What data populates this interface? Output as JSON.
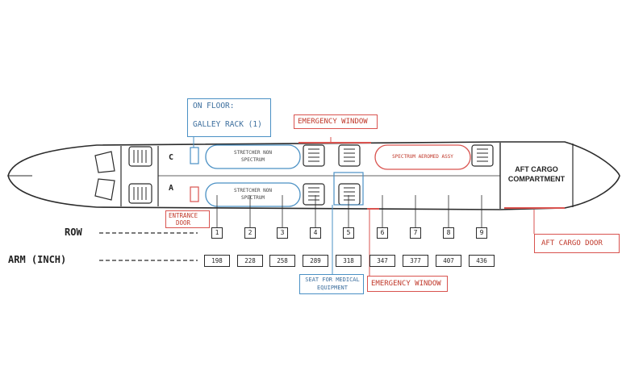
{
  "labels": {
    "on_floor": "ON FLOOR:",
    "galley_rack": "GALLEY RACK (1)",
    "emergency_window_top": "EMERGENCY WINDOW",
    "emergency_window_bottom": "EMERGENCY WINDOW",
    "entrance_door_1": "ENTRANCE",
    "entrance_door_2": "DOOR",
    "aft_cargo_1": "AFT CARGO",
    "aft_cargo_2": "COMPARTMENT",
    "aft_cargo_door": "AFT CARGO DOOR",
    "seat_medical_1": "SEAT FOR MEDICAL",
    "seat_medical_2": "EQUIPMENT",
    "stretcher_top_1": "STRETCHER NON",
    "stretcher_top_2": "SPECTRUM",
    "stretcher_bottom_1": "STRETCHER NON",
    "stretcher_bottom_2": "SPECTRUM",
    "spectrum_assy": "SPECTRUM AEROMED ASSY",
    "seat_c": "C",
    "seat_a": "A",
    "row": "ROW",
    "arm": "ARM (INCH)"
  },
  "rows": [
    "1",
    "2",
    "3",
    "4",
    "5",
    "6",
    "7",
    "8",
    "9"
  ],
  "arms": [
    "198",
    "228",
    "258",
    "289",
    "318",
    "347",
    "377",
    "407",
    "436"
  ],
  "colors": {
    "outline": "#2b2b2b",
    "blue": "#4a90c4",
    "red": "#d9534f"
  }
}
